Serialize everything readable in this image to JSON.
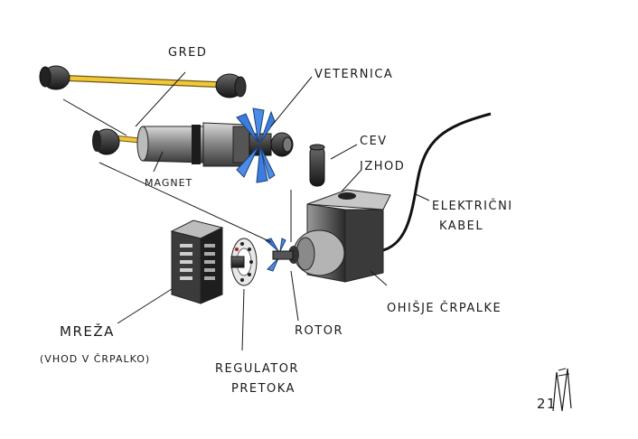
{
  "labels": {
    "gred": "GRED",
    "veternica": "VETERNICA",
    "cev": "CEV",
    "izhod": "IZHOD",
    "magnet": "MAGNET",
    "elektricni_kabel_1": "ELEKTRIČNI",
    "elektricni_kabel_2": "KABEL",
    "ohisje_crpalke": "OHIŠJE ČRPALKE",
    "rotor": "ROTOR",
    "mreza": "MREŽA",
    "vhod_v_crpalko": "(VHOD V ČRPALKO)",
    "regulator_1": "REGULATOR",
    "regulator_2": "PRETOKA"
  },
  "signature": "21"
}
